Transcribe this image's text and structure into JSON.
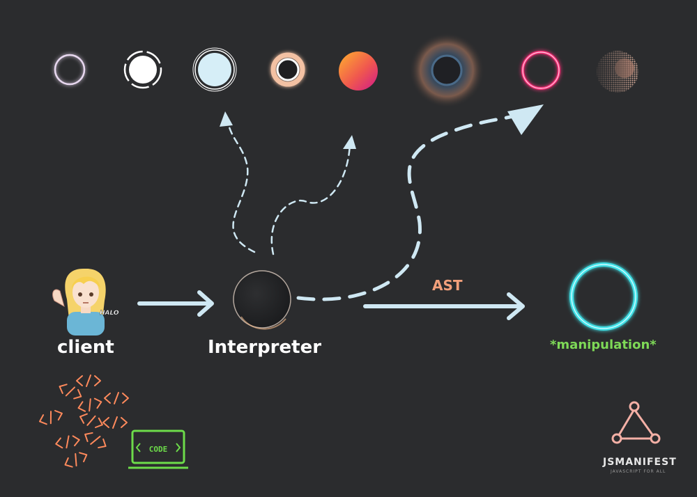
{
  "nodes": {
    "client": "client",
    "interpreter": "Interpreter",
    "manipulation": "*manipulation*"
  },
  "edges": {
    "ast_label": "AST"
  },
  "avatar": {
    "badge_text": "HALO"
  },
  "code_badge": {
    "text": "CODE"
  },
  "brand": {
    "name": "JSMANIFEST",
    "tagline": "JAVASCRIPT FOR ALL"
  },
  "colors": {
    "background": "#2b2c2e",
    "arrow": "#cfe8f3",
    "ast": "#f2a07b",
    "manipulation": "#7ed957",
    "code_symbols": "#ff8a5c",
    "code_badge": "#6ddc4a",
    "brand_logo": "#f4b0a6",
    "target_ring": "#3fe0e6"
  }
}
